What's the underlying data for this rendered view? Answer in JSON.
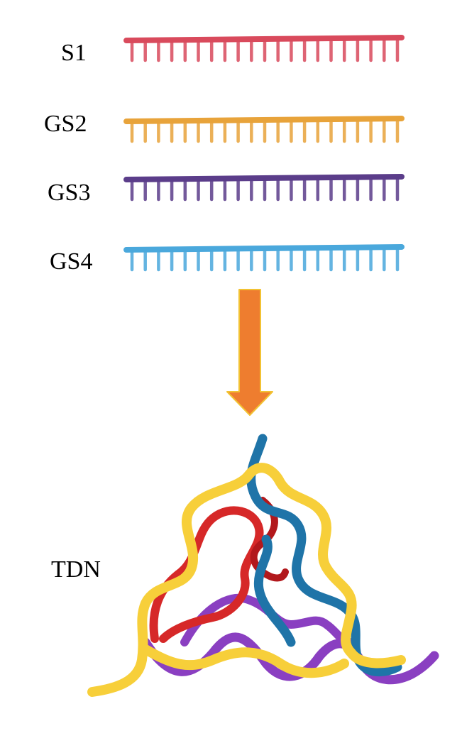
{
  "strands": [
    {
      "label": "S1",
      "color": "#d94a5c"
    },
    {
      "label": "GS2",
      "color": "#e8a33a"
    },
    {
      "label": "GS3",
      "color": "#5b3d8a"
    },
    {
      "label": "GS4",
      "color": "#4aa8dc"
    }
  ],
  "arrow": {
    "color": "#ee7d2f",
    "border": "#f2c233"
  },
  "product": {
    "label": "TDN",
    "colors": {
      "red": "#d62828",
      "yellow": "#f7cf3a",
      "blue": "#1f74a8",
      "purple": "#8a3fc1",
      "dark_red": "#b2181c"
    }
  }
}
